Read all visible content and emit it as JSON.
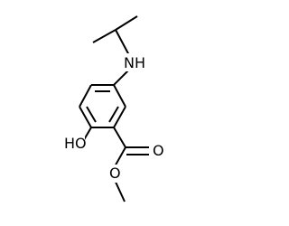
{
  "molecule": {
    "labels": {
      "amine": "NH",
      "hydroxyl": "HO",
      "carbonyl_oxygen": "O",
      "ester_oxygen": "O"
    }
  },
  "colors": {
    "bond": "#000000",
    "background": "#ffffff"
  }
}
